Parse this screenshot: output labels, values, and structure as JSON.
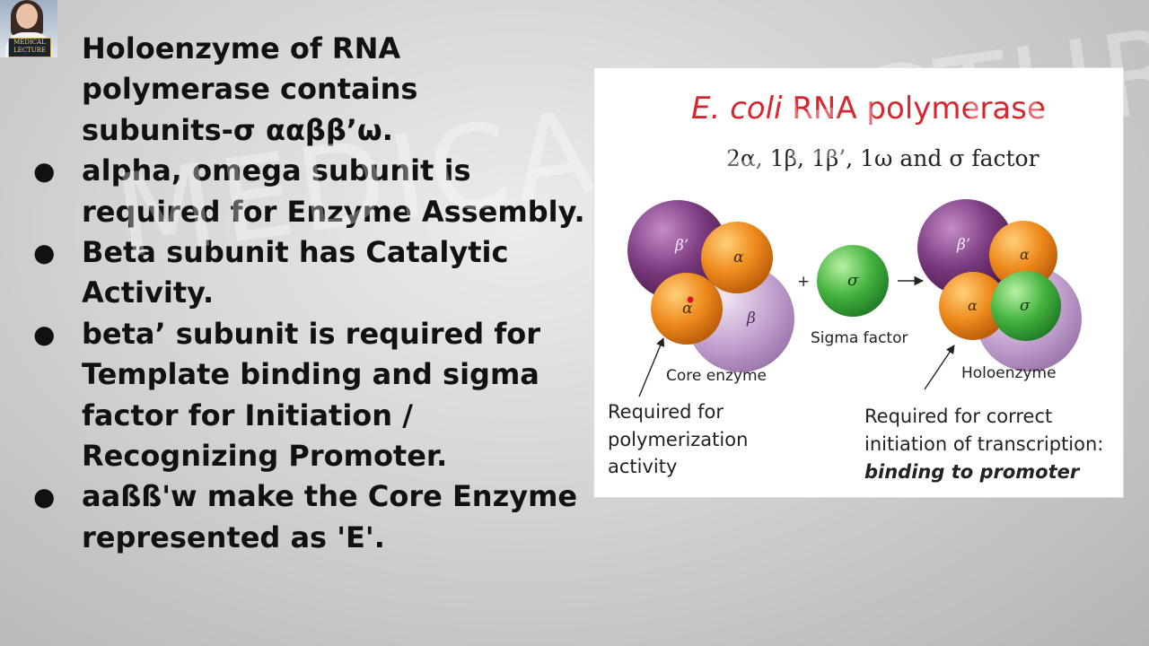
{
  "logo": {
    "text_line1": "MEDICAL",
    "text_line2": "LECTURE"
  },
  "intro_lines": [
    "Holoenzyme of RNA",
    "polymerase contains",
    "subunits-σ ααββ’ω."
  ],
  "bullets": [
    {
      "symbol": "●",
      "lines": [
        "alpha, omega subunit is",
        "required for Enzyme Assembly."
      ]
    },
    {
      "symbol": "●",
      "lines": [
        "Beta subunit has Catalytic",
        "Activity."
      ]
    },
    {
      "symbol": "●",
      "lines": [
        "beta’ subunit is required for",
        "Template binding and sigma",
        "factor for Initiation /",
        "Recognizing Promoter."
      ]
    },
    {
      "symbol": "●",
      "lines": [
        "aaßß'w make the Core Enzyme",
        "represented as 'E'."
      ]
    }
  ],
  "watermark": "MEDICAL LECTURE",
  "figure": {
    "title_italic": "E. coli",
    "title_rest": " RNA polymerase",
    "subtitle": "2α, 1β, 1β’, 1ω and σ factor",
    "core": {
      "beta_prime": "β’",
      "alpha1": "α",
      "alpha2": "α",
      "beta": "β",
      "label": "Core enzyme"
    },
    "plus": "+",
    "sigma": {
      "symbol": "σ",
      "label": "Sigma factor"
    },
    "holo": {
      "beta_prime": "β’",
      "alpha1": "α",
      "alpha2": "α",
      "sigma": "σ",
      "label": "Holoenzyme"
    },
    "note_left": [
      "Required for",
      "polymerization",
      "activity"
    ],
    "note_right": [
      "Required for correct",
      "initiation of transcription:"
    ],
    "note_right_emph": "binding to promoter",
    "colors": {
      "title": "#d8252e",
      "purple": "#6b2a6e",
      "lavender": "#b48ec4",
      "orange": "#e8841a",
      "green": "#3aa23a",
      "text": "#222222"
    }
  }
}
